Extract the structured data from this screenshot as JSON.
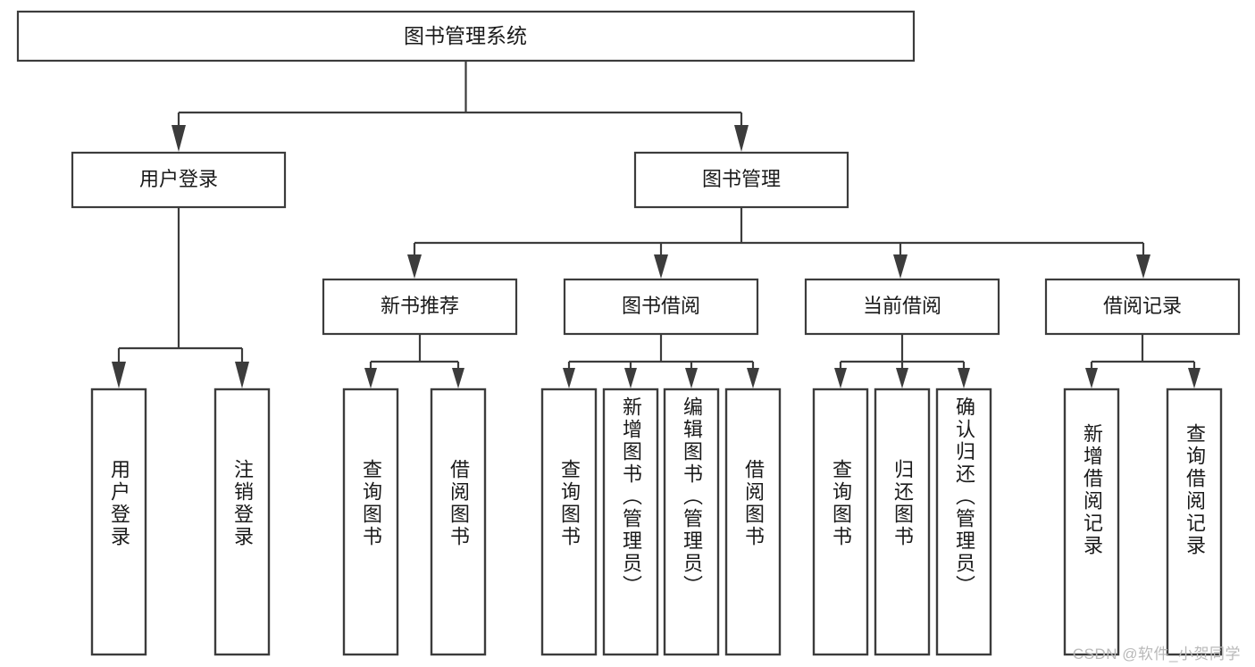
{
  "diagram": {
    "type": "tree",
    "title": "图书管理系统",
    "style": {
      "box_fill": "#ffffff",
      "box_stroke": "#3c3c3c",
      "text_color": "#1a1a1a",
      "background": "#ffffff",
      "watermark_color": "#b9b9b9"
    },
    "root": {
      "label": "图书管理系统"
    },
    "level2": [
      {
        "label": "用户登录"
      },
      {
        "label": "图书管理"
      }
    ],
    "level3": [
      {
        "label": "新书推荐"
      },
      {
        "label": "图书借阅"
      },
      {
        "label": "当前借阅"
      },
      {
        "label": "借阅记录"
      }
    ],
    "leaves": [
      {
        "label": "用户登录",
        "parent": "用户登录"
      },
      {
        "label": "注销登录",
        "parent": "用户登录"
      },
      {
        "label": "查询图书",
        "parent": "新书推荐"
      },
      {
        "label": "借阅图书",
        "parent": "新书推荐"
      },
      {
        "label": "查询图书",
        "parent": "图书借阅"
      },
      {
        "label": "新增图书（管理员）",
        "parent": "图书借阅"
      },
      {
        "label": "编辑图书（管理员）",
        "parent": "图书借阅"
      },
      {
        "label": "借阅图书",
        "parent": "图书借阅"
      },
      {
        "label": "查询图书",
        "parent": "当前借阅"
      },
      {
        "label": "归还图书",
        "parent": "当前借阅"
      },
      {
        "label": "确认归还（管理员）",
        "parent": "当前借阅"
      },
      {
        "label": "新增借阅记录",
        "parent": "借阅记录"
      },
      {
        "label": "查询借阅记录",
        "parent": "借阅记录"
      }
    ]
  },
  "watermark": {
    "text": "CSDN @软件_小贺同学"
  }
}
